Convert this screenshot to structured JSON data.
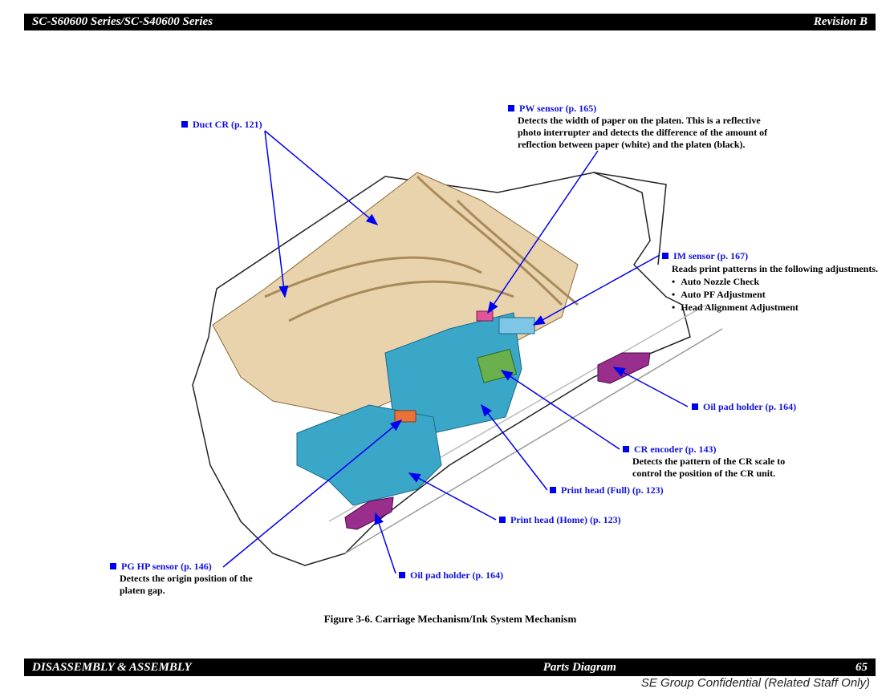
{
  "header": {
    "left": "SC-S60600 Series/SC-S40600 Series",
    "right": "Revision B"
  },
  "footer": {
    "left": "DISASSEMBLY & ASSEMBLY",
    "center": "Parts Diagram",
    "page": "65",
    "confidential": "SE Group Confidential (Related Staff Only)"
  },
  "figure": {
    "caption": "Figure 3-6.  Carriage Mechanism/Ink System Mechanism",
    "callouts": {
      "duct_cr": {
        "title": "Duct CR (p. 121)"
      },
      "pw_sensor": {
        "title": "PW sensor (p. 165)",
        "desc": [
          "Detects the width of paper on the platen. This is a reflective",
          "photo interrupter and detects the difference of the amount of",
          "reflection between paper (white) and the platen (black)."
        ]
      },
      "im_sensor": {
        "title": "IM sensor (p. 167)",
        "desc": "Reads print patterns in the following adjustments.",
        "items": [
          "Auto Nozzle Check",
          "Auto PF Adjustment",
          "Head Alignment Adjustment"
        ]
      },
      "oil_pad_right": {
        "title": "Oil pad holder (p. 164)"
      },
      "cr_encoder": {
        "title": "CR encoder (p. 143)",
        "desc": [
          "Detects the pattern of the CR scale to",
          "control the position of the CR unit."
        ]
      },
      "print_head_full": {
        "title": "Print head (Full) (p. 123)"
      },
      "print_head_home": {
        "title": "Print head (Home) (p. 123)"
      },
      "pg_hp_sensor": {
        "title": "PG HP sensor (p. 146)",
        "desc": [
          "Detects the origin position of the",
          "platen gap."
        ]
      },
      "oil_pad_bottom": {
        "title": "Oil pad holder (p. 164)"
      }
    }
  },
  "colors": {
    "callout": "#0000f0",
    "tank": "#e8d3ac",
    "head": "#3aa6c8",
    "pad": "#9a2e8c",
    "encoder": "#6ab04c",
    "pw": "#e0559a",
    "pg": "#e8733a"
  }
}
